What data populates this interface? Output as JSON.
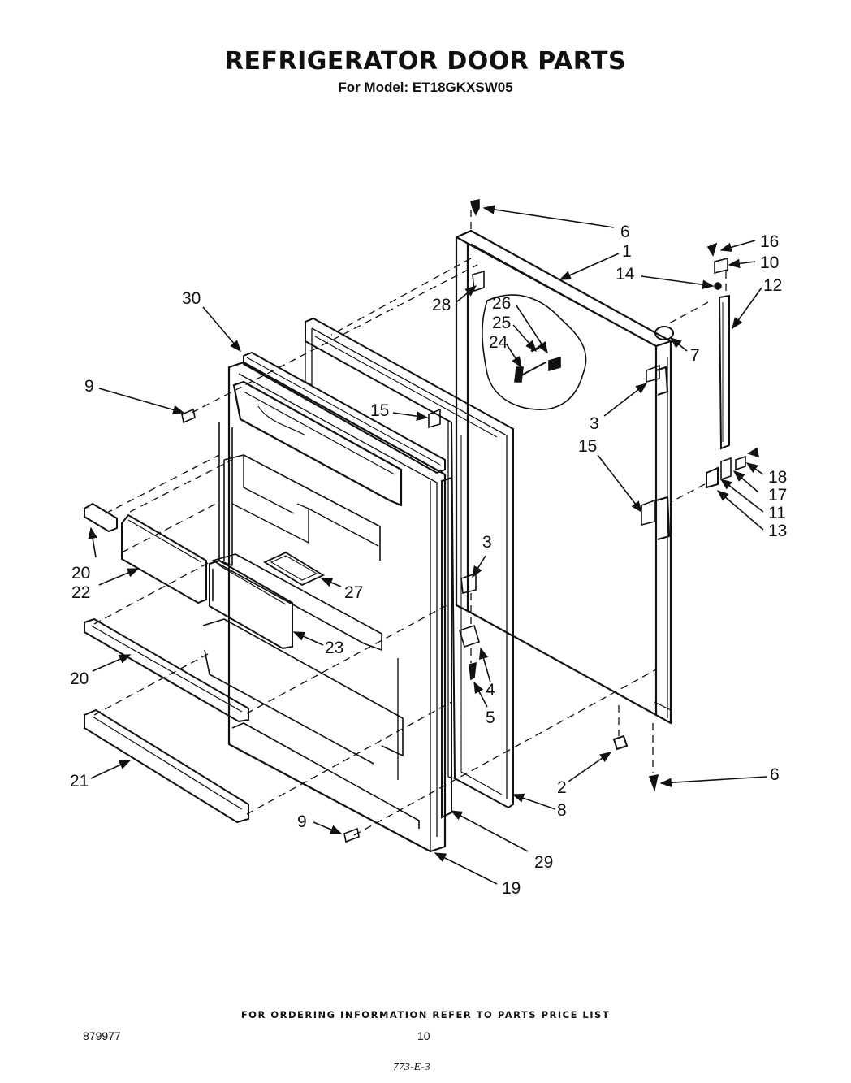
{
  "header": {
    "title": "REFRIGERATOR DOOR PARTS",
    "model": "For Model: ET18GKXSW05"
  },
  "callouts": {
    "c6a": "6",
    "c1": "1",
    "c16": "16",
    "c10": "10",
    "c14": "14",
    "c12": "12",
    "c30": "30",
    "c26": "26",
    "c25": "25",
    "c24": "24",
    "c28": "28",
    "c7": "7",
    "c9a": "9",
    "c15a": "15",
    "c3a": "3",
    "c15b": "15",
    "c18": "18",
    "c17": "17",
    "c11": "11",
    "c13": "13",
    "c20a": "20",
    "c22": "22",
    "c3b": "3",
    "c27": "27",
    "c23": "23",
    "c20b": "20",
    "c4": "4",
    "c5": "5",
    "c21": "21",
    "c2": "2",
    "c6b": "6",
    "c8": "8",
    "c9b": "9",
    "c29": "29",
    "c19": "19"
  },
  "footer": {
    "note": "FOR ORDERING INFORMATION REFER TO PARTS PRICE LIST",
    "doc_number": "879977",
    "page_number": "10",
    "code": "773-E-3"
  }
}
